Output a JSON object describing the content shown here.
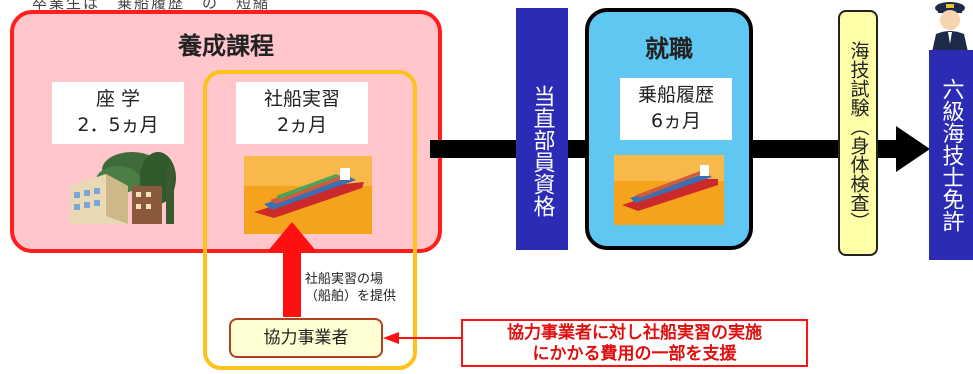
{
  "top_partial_text": "卒業生は　乗船履歴　の　短縮",
  "training": {
    "title": "養成課程"
  },
  "classroom": {
    "line1": "座 学",
    "line2": "2．5ヵ月"
  },
  "ship_training": {
    "line1": "社船実習",
    "line2": "2ヵ月"
  },
  "watch_qualification": {
    "text": "当直部員資格"
  },
  "employment": {
    "title": "就職",
    "line1": "乗船履歴",
    "line2": "6ヵ月"
  },
  "exam": {
    "text": "海技試験（身体検査）"
  },
  "license": {
    "text": "六級海技士免許"
  },
  "provide_note": {
    "line1": "社船実習の場",
    "line2": "（船舶）を提供"
  },
  "partner": {
    "label": "協力事業者"
  },
  "subsidy": {
    "line1": "協力事業者に対し社船実習の実施",
    "line2": "にかかる費用の一部を支援"
  },
  "colors": {
    "training_fill": "#ffc6cc",
    "training_border": "#ff1d1d",
    "support_frame": "#ffc21a",
    "banner_blue": "#2b2bb5",
    "employment_fill": "#60c7f3",
    "exam_fill": "#ffffa8",
    "accent_red": "#ff1010"
  },
  "icons": [
    "school-building-icon",
    "container-ship-icon",
    "ship-officer-icon"
  ]
}
